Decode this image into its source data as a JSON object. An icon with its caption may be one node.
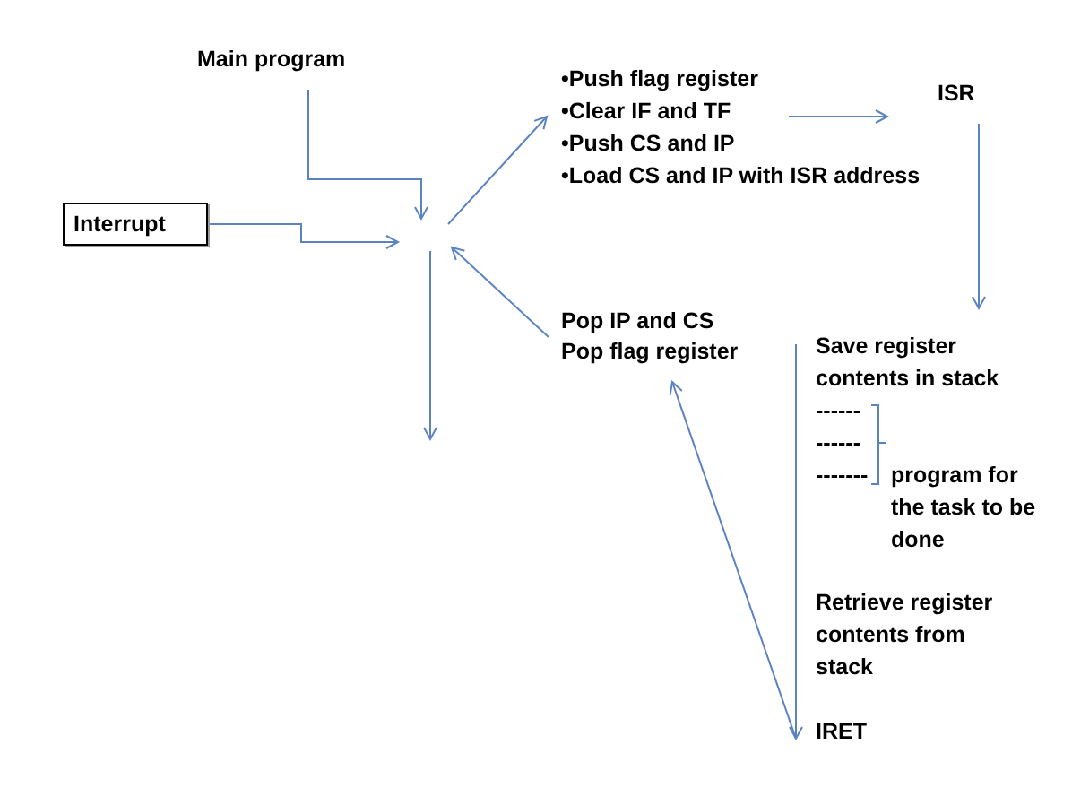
{
  "diagram": {
    "nodes": [
      {
        "text": [
          "Main program"
        ]
      },
      {
        "text": [
          "Interrupt"
        ]
      },
      {
        "text": [
          "•Push flag register",
          "•Clear IF and TF",
          "•Push CS and IP",
          "•Load CS and IP with ISR address"
        ]
      },
      {
        "text": [
          "ISR"
        ]
      },
      {
        "text": [
          "Pop IP and CS",
          "Pop flag register"
        ]
      },
      {
        "text": [
          "Save register contents in stack"
        ]
      },
      {
        "text": [
          "IRET"
        ]
      }
    ],
    "edges": [
      {
        "from": 0,
        "to": null,
        "arrow": "to"
      },
      {
        "from": 1,
        "to": null,
        "arrow": "to"
      },
      {
        "from": null,
        "to": 2,
        "arrow": "to"
      },
      {
        "from": 2,
        "to": 3,
        "arrow": "to"
      },
      {
        "from": 3,
        "to": 5,
        "arrow": "to"
      },
      {
        "from": 5,
        "to": 6,
        "arrow": "to"
      },
      {
        "from": 6,
        "to": 4,
        "arrow": "to"
      },
      {
        "from": 4,
        "to": null,
        "arrow": "to"
      }
    ],
    "labels": [
      "------",
      "------",
      "-------",
      "program for the task to be done",
      "Retrieve register contents from stack"
    ]
  }
}
